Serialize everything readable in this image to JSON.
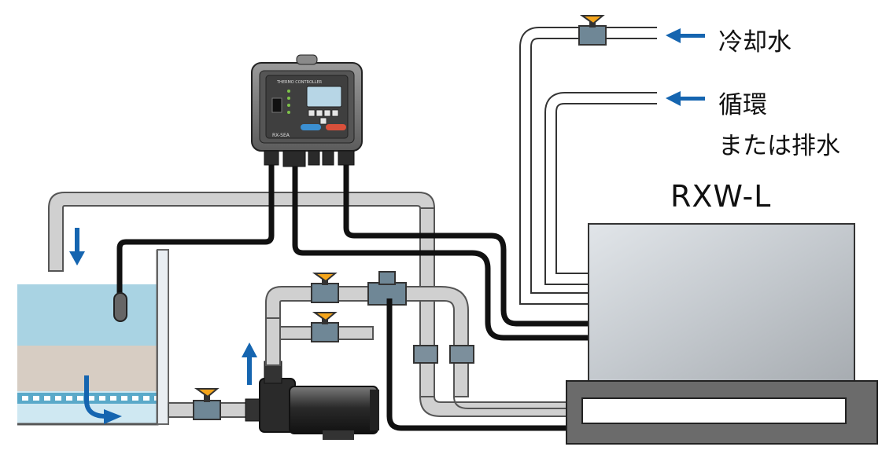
{
  "labels": {
    "cooling_water": "冷却水",
    "circulation_line1": "循環",
    "circulation_line2": "または排水",
    "chiller_model": "RXW-L"
  },
  "controller": {
    "title": "THERMO CONTROLLER",
    "model": "RX-SEA"
  },
  "colors": {
    "arrow": "#1565b0",
    "valve_handle": "#f4a51c",
    "water": "#a9d3e3",
    "sand": "#d7cdc3",
    "pipe": "#d0d0d0",
    "pipe_edge": "#555555",
    "cable": "#111111",
    "chiller_body": "#c9ced3",
    "chiller_base": "#6b6b6b"
  },
  "icons": [
    "flow-arrow-icon",
    "valve-handle-icon"
  ]
}
